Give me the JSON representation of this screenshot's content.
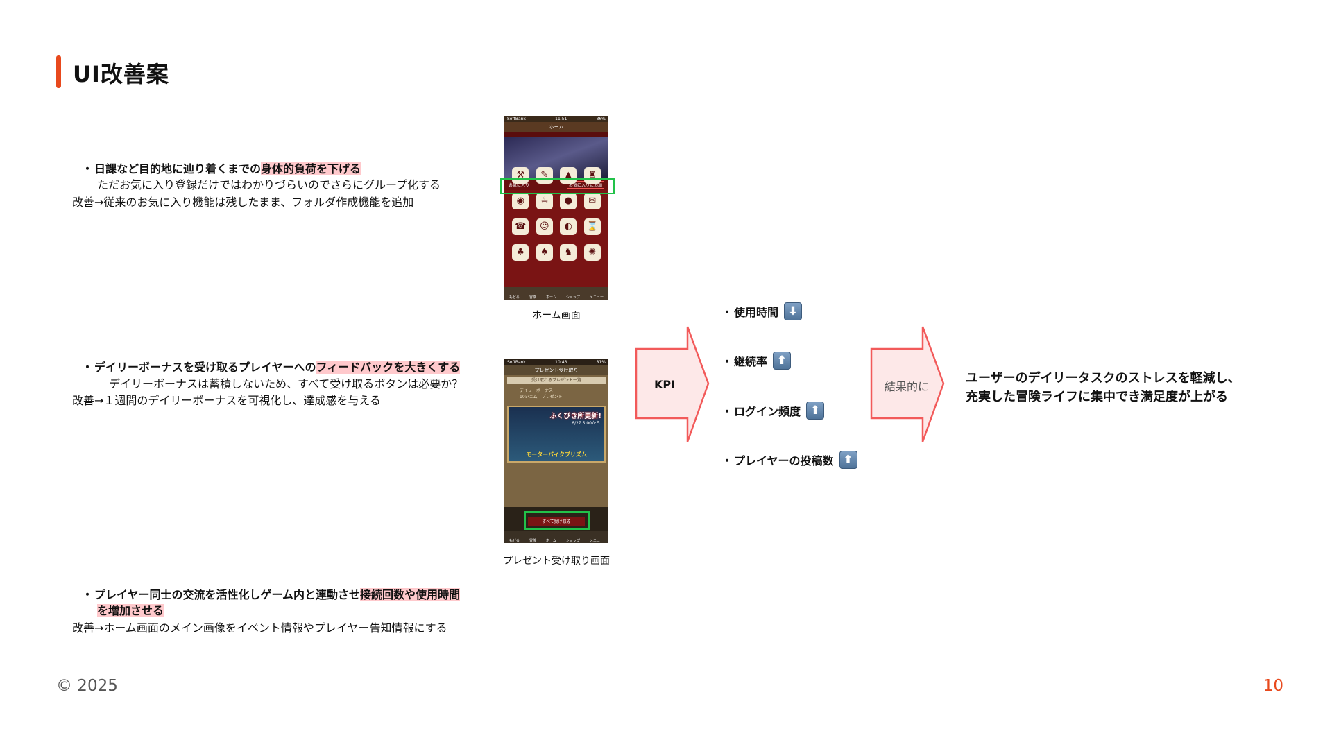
{
  "slide": {
    "title": "UI改善案",
    "footer": "© 2025",
    "page_number": "10"
  },
  "sections": [
    {
      "bullet_plain": "日課など目的地に辿り着くまでの",
      "bullet_highlight": "身体的負荷を下げる",
      "detail": "ただお気に入り登録だけではわかりづらいのでさらにグループ化する",
      "improvement": "改善→従来のお気に入り機能は残したまま、フォルダ作成機能を追加"
    },
    {
      "bullet_plain": "デイリーボーナスを受け取るプレイヤーへの",
      "bullet_highlight": "フィードバックを大きくする",
      "detail": "デイリーボーナスは蓄積しないため、すべて受け取るボタンは必要か？",
      "improvement": "改善→１週間のデイリーボーナスを可視化し、達成感を与える"
    },
    {
      "bullet_plain": "プレイヤー同士の交流を活性化しゲーム内と連動させ",
      "bullet_highlight": "接続回数や使用時間",
      "bullet_highlight2": "を増加させる",
      "improvement": "改善→ホーム画面のメイン画像をイベント情報やプレイヤー告知情報にする"
    }
  ],
  "screens": {
    "home": {
      "caption": "ホーム画面",
      "carrier": "SoftBank",
      "time": "11:51",
      "battery": "36%",
      "header": "ホーム",
      "favorites": "お気に入り",
      "add_favorite": "お気に入りに追加",
      "nav": [
        "もどる",
        "冒険",
        "ホーム",
        "ショップ",
        "メニュー"
      ]
    },
    "present": {
      "caption": "プレゼント受け取り画面",
      "carrier": "SoftBank",
      "time": "10:43",
      "battery": "81%",
      "header": "プレゼント受け取り",
      "list_title": "受け取れるプレゼント一覧",
      "item_name": "デイリーボーナス",
      "item_detail": "10ジェム　プレゼント",
      "banner_title": "ふくびき所更新!",
      "banner_date": "6/27 5:00から",
      "banner_sub": "モーターバイクプリズム",
      "receive_all": "すべて受け取る",
      "nav": [
        "もどる",
        "冒険",
        "ホーム",
        "ショップ",
        "メニュー"
      ]
    }
  },
  "kpi": {
    "label": "KPI",
    "items": [
      {
        "label": "使用時間",
        "direction": "down",
        "icon": "down-arrow-icon"
      },
      {
        "label": "継続率",
        "direction": "up",
        "icon": "up-arrow-icon"
      },
      {
        "label": "ログイン頻度",
        "direction": "up",
        "icon": "up-arrow-icon"
      },
      {
        "label": "プレイヤーの投稿数",
        "direction": "up",
        "icon": "up-arrow-icon"
      }
    ]
  },
  "result": {
    "label": "結果的に",
    "line1": "ユーザーのデイリータスクのストレスを軽減し、",
    "line2": "充実した冒険ライフに集中でき満足度が上がる"
  },
  "colors": {
    "accent": "#e8491d",
    "highlight": "#ffc9cc",
    "arrow_stroke": "#f25a5a",
    "arrow_fill": "#fde8e8",
    "focus_box": "#22c24a"
  }
}
